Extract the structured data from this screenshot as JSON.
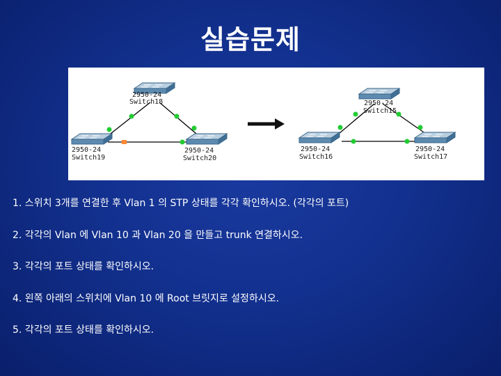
{
  "title": "실습문제",
  "diagram": {
    "left": {
      "top": {
        "model": "2950-24",
        "name": "Switch18"
      },
      "left": {
        "model": "2950-24",
        "name": "Switch19"
      },
      "right": {
        "model": "2950-24",
        "name": "Switch20"
      }
    },
    "right": {
      "top": {
        "model": "2950-24",
        "name": "Switch15"
      },
      "left": {
        "model": "2950-24",
        "name": "Switch16"
      },
      "right": {
        "model": "2950-24",
        "name": "Switch17"
      }
    },
    "colors": {
      "link": "#000000",
      "port_up": "#22cc33",
      "port_blocked": "#ff8833",
      "switch_top": "#b9cfe0",
      "switch_side": "#5d8bb0",
      "arrow": "#111111"
    }
  },
  "items": [
    "1. 스위치 3개를 연결한 후  Vlan 1 의 STP 상태를 각각 확인하시오. (각각의 포트)",
    "2. 각각의 Vlan 에 Vlan 10 과 Vlan 20 을 만들고  trunk 연결하시오.",
    "3. 각각의 포트 상태를 확인하시오.",
    "4. 왼쪽 아래의 스위치에 Vlan 10 에 Root 브릿지로 설정하시오.",
    "5. 각각의 포트 상태를 확인하시오."
  ]
}
